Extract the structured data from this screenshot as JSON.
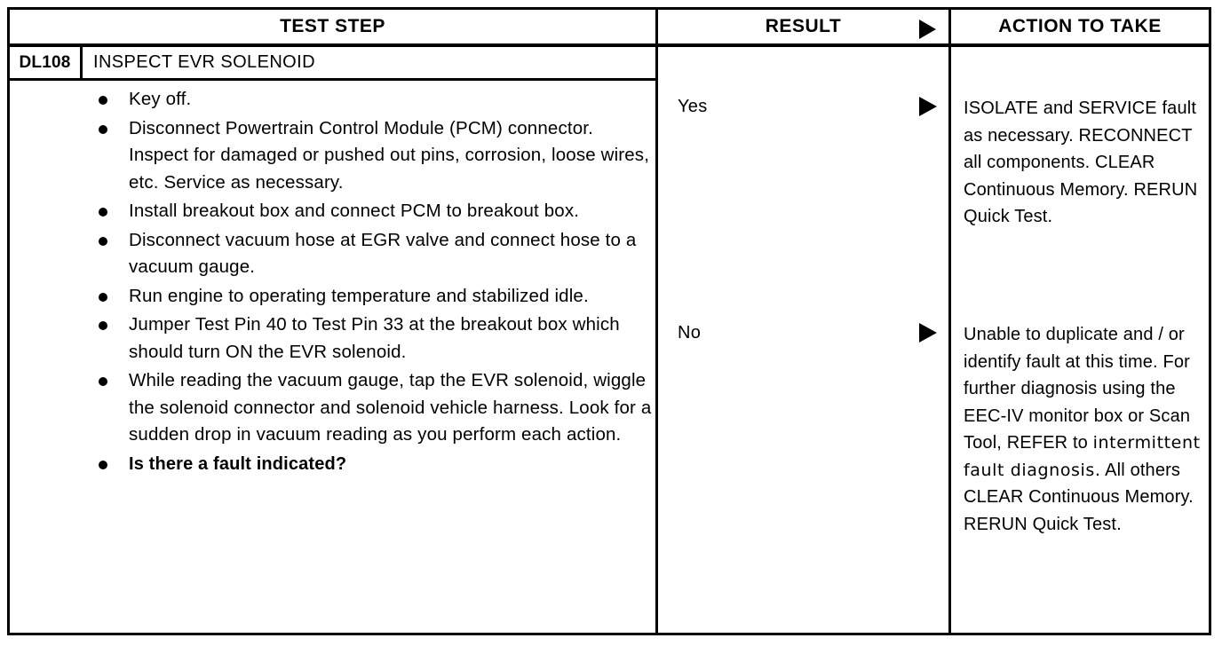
{
  "table": {
    "columns": [
      {
        "id": "test-step",
        "label": "TEST STEP"
      },
      {
        "id": "result",
        "label": "RESULT"
      },
      {
        "id": "action",
        "label": "ACTION TO TAKE"
      }
    ],
    "arrow_glyph": "▶",
    "step": {
      "code": "DL108",
      "title": "INSPECT EVR SOLENOID",
      "bullets": [
        {
          "text": "Key off.",
          "emphasis": false
        },
        {
          "text": "Disconnect Powertrain Control Module (PCM) connector. Inspect for damaged or pushed out pins, corrosion, loose wires, etc. Service as necessary.",
          "emphasis": false
        },
        {
          "text": "Install breakout box and connect PCM to breakout box.",
          "emphasis": false
        },
        {
          "text": "Disconnect vacuum hose at EGR valve and connect hose to a vacuum gauge.",
          "emphasis": false
        },
        {
          "text": "Run engine to operating temperature and stabilized idle.",
          "emphasis": false
        },
        {
          "text": "Jumper Test Pin 40 to Test Pin 33 at the breakout box which should turn ON the EVR solenoid.",
          "emphasis": false
        },
        {
          "text": "While reading the vacuum gauge, tap the EVR solenoid, wiggle the solenoid connector and solenoid vehicle harness. Look for a sudden drop in vacuum reading as you perform each action.",
          "emphasis": false
        },
        {
          "text": "Is there a fault indicated?",
          "emphasis": true
        }
      ]
    },
    "branches": [
      {
        "result": "Yes",
        "action_part1": "ISOLATE and SERVICE fault as necessary. RECONNECT all components. CLEAR Continuous Memory. RERUN Quick Test.",
        "action_highlight": "",
        "action_part2": ""
      },
      {
        "result": "No",
        "action_part1": "Unable to duplicate and / or identify fault at this time. For further diagnosis using the EEC-IV monitor box or Scan Tool, REFER to ",
        "action_highlight": "intermittent  fault diagnosis.",
        "action_part2": " All others CLEAR Continuous Memory. RERUN Quick Test."
      }
    ]
  },
  "colors": {
    "ink": "#000000",
    "paper": "#ffffff"
  }
}
